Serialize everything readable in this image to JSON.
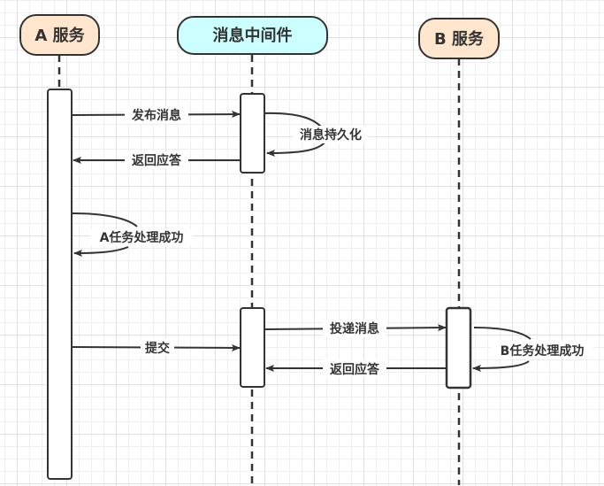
{
  "diagram": {
    "type": "sequence",
    "colors": {
      "service_fill": "#ffe6cc",
      "middleware_fill": "#ccffff",
      "stroke": "#333333",
      "activation_fill": "#ffffff"
    },
    "actors": [
      {
        "id": "a",
        "label": "A 服务"
      },
      {
        "id": "mq",
        "label": "消息中间件"
      },
      {
        "id": "b",
        "label": "B 服务"
      }
    ],
    "messages": [
      {
        "from": "a",
        "to": "mq",
        "label": "发布消息"
      },
      {
        "from": "mq",
        "to": "mq",
        "label": "消息持久化"
      },
      {
        "from": "mq",
        "to": "a",
        "label": "返回应答"
      },
      {
        "from": "a",
        "to": "a",
        "label": "A任务处理成功"
      },
      {
        "from": "a",
        "to": "mq",
        "label": "提交"
      },
      {
        "from": "mq",
        "to": "b",
        "label": "投递消息"
      },
      {
        "from": "b",
        "to": "b",
        "label": "B任务处理成功"
      },
      {
        "from": "b",
        "to": "mq",
        "label": "返回应答"
      }
    ]
  }
}
